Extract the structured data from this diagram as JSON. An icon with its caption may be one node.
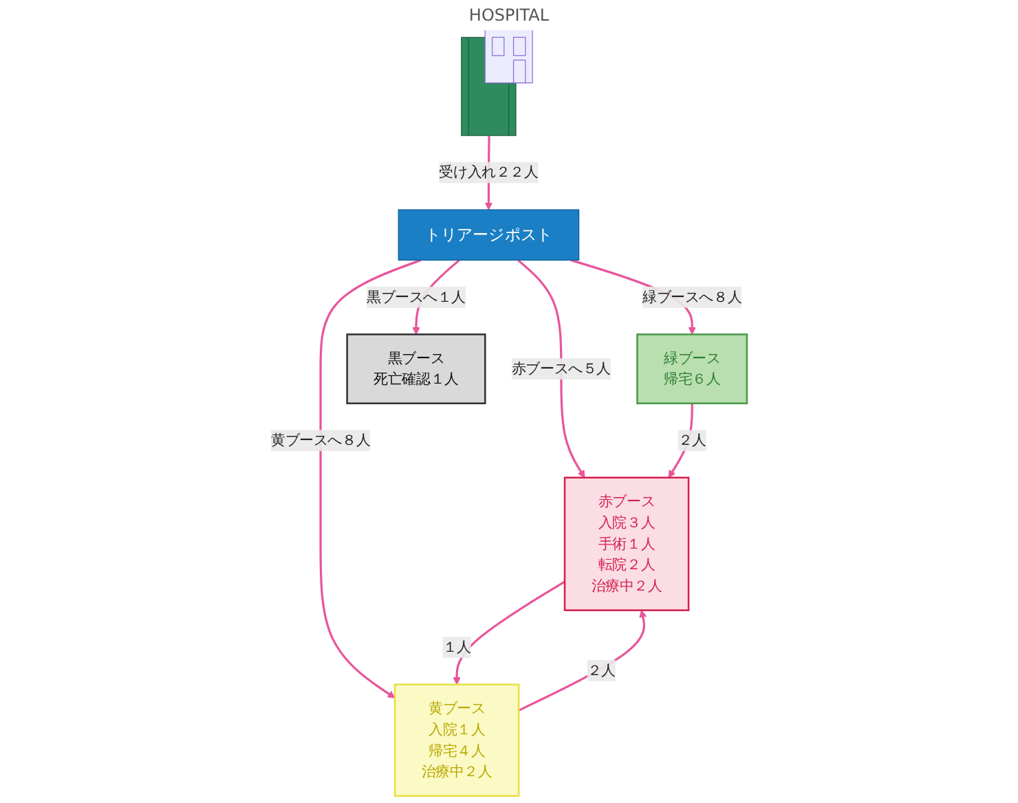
{
  "diagram": {
    "nodes": [
      {
        "text": [],
        "shape": "picture"
      },
      {
        "text": [
          "トリアージポスト"
        ]
      },
      {
        "text": [
          "赤ブース",
          "入院３人",
          "手術１人",
          "転院２人",
          "治療中２人"
        ]
      },
      {
        "text": [
          "黄ブース",
          "入院１人",
          "帰宅４人",
          "治療中２人"
        ]
      },
      {
        "text": [
          "緑ブース",
          "帰宅６人"
        ]
      },
      {
        "text": [
          "黒ブース",
          "死亡確認１人"
        ]
      }
    ],
    "edges": [
      {
        "from": 0,
        "to": 1,
        "arrow": "to",
        "label": "受け入れ２２人"
      },
      {
        "from": 1,
        "to": 2,
        "arrow": "to",
        "label": "赤ブースへ５人"
      },
      {
        "from": 1,
        "to": 3,
        "arrow": "to",
        "label": "黄ブースへ８人"
      },
      {
        "from": 1,
        "to": 4,
        "arrow": "to",
        "label": "緑ブースへ８人"
      },
      {
        "from": 1,
        "to": 5,
        "arrow": "to",
        "label": "黒ブースへ１人"
      },
      {
        "from": 3,
        "to": 2,
        "arrow": "to",
        "label": "２人"
      },
      {
        "from": 2,
        "to": 3,
        "arrow": "to",
        "label": "１人"
      },
      {
        "from": 4,
        "to": 2,
        "arrow": "to",
        "label": "２人"
      }
    ],
    "labels": [
      "HOSPITAL"
    ]
  }
}
